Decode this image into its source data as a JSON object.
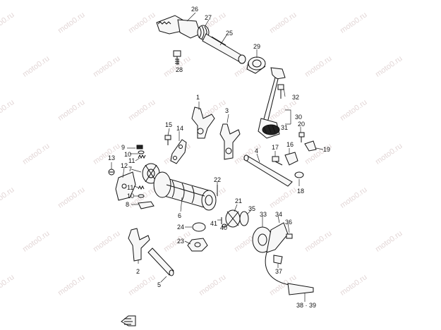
{
  "watermark": "moto0.ru",
  "part_numbers": {
    "p26": "26",
    "p27": "27",
    "p25": "25",
    "p29": "29",
    "p28": "28",
    "p32": "32",
    "p30": "30",
    "p31": "31",
    "p1": "1",
    "p3": "3",
    "p15": "15",
    "p14": "14",
    "p9": "9",
    "p10a": "10",
    "p11a": "11",
    "p13": "13",
    "p7": "7",
    "p12": "12",
    "p11b": "11",
    "p10b": "10",
    "p8": "8",
    "p6": "6",
    "p22": "22",
    "p4": "4",
    "p17": "17",
    "p16": "16",
    "p20": "20",
    "p19": "19",
    "p18": "18",
    "p21": "21",
    "p35": "35",
    "p33": "33",
    "p34": "34",
    "p36": "36",
    "p41": "41",
    "p40": "40",
    "p24": "24",
    "p23": "23",
    "p37": "37",
    "p2": "2",
    "p5": "5",
    "p3839": "38 · 39"
  },
  "corner_icon": "fwd-arrow-icon"
}
